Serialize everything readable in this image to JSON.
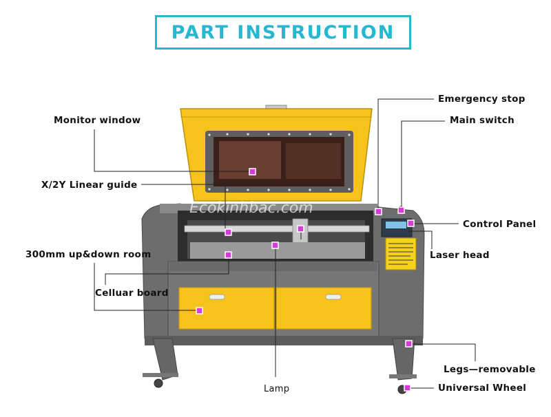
{
  "title": "PART INSTRUCTION",
  "watermark": "Ecokinhbac.com",
  "labels": {
    "monitor_window": "Monitor window",
    "linear_guide": "X/2Y Linear guide",
    "updown_room": "300mm up&down room",
    "cellular_board": "Celluar board",
    "lamp": "Lamp",
    "emergency_stop": "Emergency stop",
    "main_switch": "Main switch",
    "control_panel": "Control Panel",
    "laser_head": "Laser head",
    "legs": "Legs—removable",
    "universal_wheel": "Universal Wheel"
  },
  "colors": {
    "accent": "#26b7d3",
    "marker": "#d63bd9",
    "machine_yellow": "#f6c21c",
    "machine_gray": "#6d6d6d"
  }
}
